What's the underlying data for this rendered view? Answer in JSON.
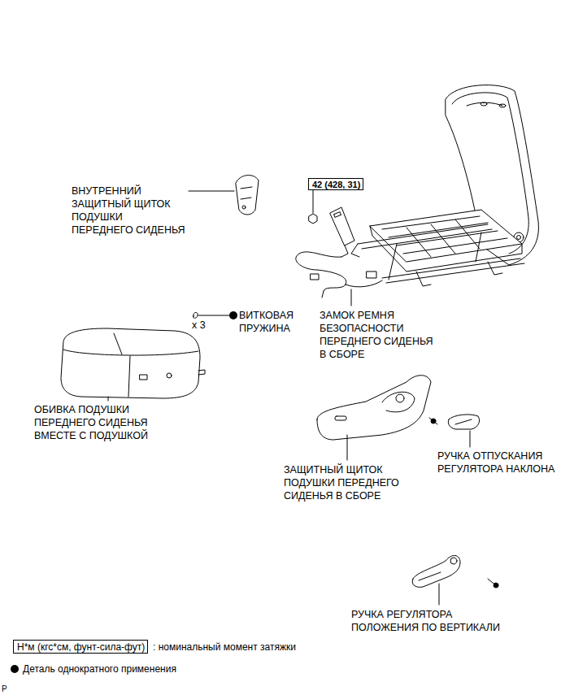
{
  "diagram": {
    "nodes": [
      {
        "text": [
          "42 (428, 31)"
        ]
      },
      {
        "text": [
          "Н*м (кгс*см, фунт-сила-фут)"
        ]
      }
    ],
    "labels": [
      "ВНУТРЕННИЙ ЗАЩИТНЫЙ ЩИТОК ПОДУШКИ ПЕРЕДНЕГО СИДЕНЬЯ",
      "ВИТКОВАЯ ПРУЖИНА",
      "x 3",
      "ЗАМОК РЕМНЯ БЕЗОПАСНОСТИ ПЕРЕДНЕГО СИДЕНЬЯ В СБОРЕ",
      "ОБИВКА ПОДУШКИ ПЕРЕДНЕГО СИДЕНЬЯ ВМЕСТЕ С ПОДУШКОЙ",
      "ЗАЩИТНЫЙ ЩИТОК ПОДУШКИ ПЕРЕДНЕГО СИДЕНЬЯ В СБОРЕ",
      "РУЧКА ОТПУСКАНИЯ РЕГУЛЯТОРА НАКЛОНА",
      "РУЧКА РЕГУЛЯТОРА ПОЛОЖЕНИЯ ПО ВЕРТИКАЛИ",
      "P"
    ],
    "legend": [
      {
        "text": ": номинальный момент затяжки"
      },
      {
        "text": "Деталь однократного применения"
      }
    ]
  }
}
